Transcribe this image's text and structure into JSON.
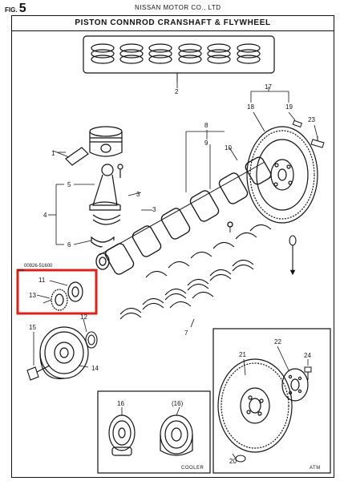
{
  "header": {
    "fig_prefix": "FIG.",
    "fig_number": "5",
    "manufacturer": "NISSAN MOTOR CO., LTD",
    "title": "PISTON CONNROD CRANSHAFT & FLYWHEEL"
  },
  "callouts": {
    "c1": "1",
    "c2": "2",
    "c3a": "3",
    "c3b": "3",
    "c4": "4",
    "c5": "5",
    "c6": "6",
    "c7": "7",
    "c8": "8",
    "c9": "9",
    "c10": "10",
    "c11": "11",
    "c12": "12",
    "c13": "13",
    "c14": "14",
    "c15": "15",
    "c16": "16",
    "c16p": "(16)",
    "c17": "17",
    "c18": "18",
    "c19": "19",
    "c20": "20",
    "c21": "21",
    "c22": "22",
    "c23": "23",
    "c24": "24"
  },
  "part_number": "00926-51600",
  "boxes": {
    "cooler_label": "COOLER",
    "atm_label": "ATM"
  },
  "highlight_color": "#e0201b"
}
